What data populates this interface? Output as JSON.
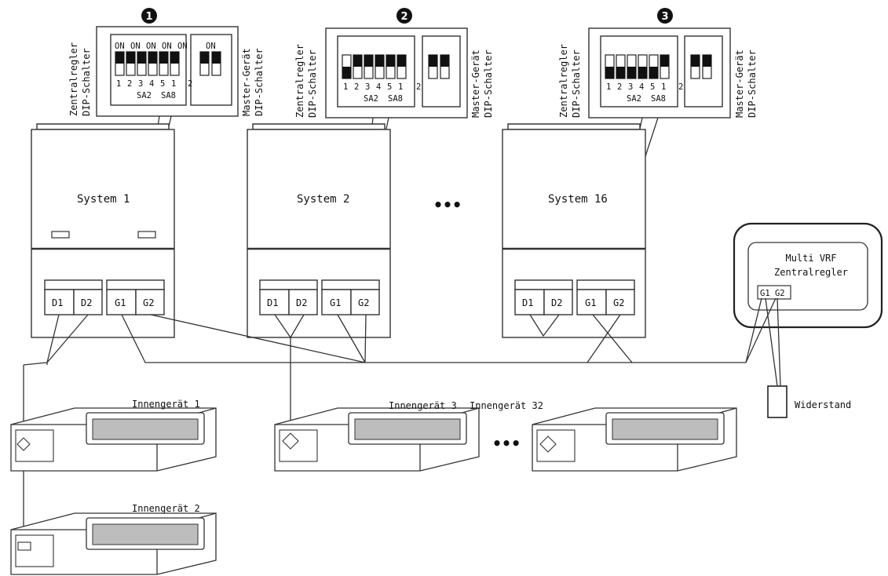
{
  "panels": [
    {
      "number": "1",
      "left_labels": [
        "Zentralregler",
        "DIP-Schalter"
      ],
      "right_labels": [
        "Master-Gerät",
        "DIP-Schalter"
      ],
      "on_labels": [
        "ON",
        "ON",
        "ON",
        "ON",
        "ON",
        "ON"
      ],
      "switch_numbers": [
        "1",
        "2",
        "3",
        "4",
        "5",
        "1",
        "2"
      ],
      "sa2": "SA2",
      "sa8": "SA8"
    },
    {
      "number": "2",
      "left_labels": [
        "Zentralregler",
        "DIP-Schalter"
      ],
      "right_labels": [
        "Master-Gerät",
        "DIP-Schalter"
      ],
      "switch_numbers": [
        "1",
        "2",
        "3",
        "4",
        "5",
        "1",
        "2"
      ],
      "sa2": "SA2",
      "sa8": "SA8"
    },
    {
      "number": "3",
      "left_labels": [
        "Zentralregler",
        "DIP-Schalter"
      ],
      "right_labels": [
        "Master-Gerät",
        "DIP-Schalter"
      ],
      "switch_numbers": [
        "1",
        "2",
        "3",
        "4",
        "5",
        "1",
        "2"
      ],
      "sa2": "SA2",
      "sa8": "SA8"
    }
  ],
  "systems": [
    {
      "name": "System 1",
      "d1": "D1",
      "d2": "D2",
      "g1": "G1",
      "g2": "G2"
    },
    {
      "name": "System 2",
      "d1": "D1",
      "d2": "D2",
      "g1": "G1",
      "g2": "G2"
    },
    {
      "name": "System 16",
      "d1": "D1",
      "d2": "D2",
      "g1": "G1",
      "g2": "G2"
    }
  ],
  "ellipsis": "•••",
  "controller": {
    "line1": "Multi VRF",
    "line2": "Zentralregler",
    "terminals": "G1 G2"
  },
  "resistor": "Widerstand",
  "indoor_units": [
    "Innengerät 1",
    "Innengerät 2",
    "Innengerät 3",
    "Innengerät 32"
  ]
}
